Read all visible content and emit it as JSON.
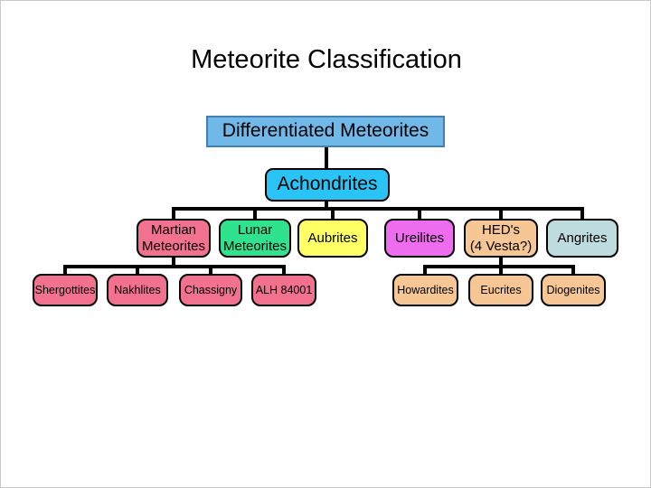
{
  "slide": {
    "title": "Meteorite Classification"
  },
  "palette": {
    "background": "#ffffff",
    "root_fill": "#6fb8e8",
    "root_border": "#4580b0",
    "achondrites_fill": "#29c4f5",
    "pink_fill": "#f2718f",
    "green_fill": "#2ee28e",
    "yellow_fill": "#ffff66",
    "magenta_fill": "#ee6cee",
    "tan_fill": "#f6c794",
    "bluegray_fill": "#bedbde",
    "connector_line": "#000000",
    "text": "#000000"
  },
  "nodes": {
    "root": {
      "label": "Differentiated Meteorites"
    },
    "achondrites": {
      "label": "Achondrites"
    },
    "martian": {
      "line1": "Martian",
      "line2": "Meteorites"
    },
    "lunar": {
      "line1": "Lunar",
      "line2": "Meteorites"
    },
    "aubrites": {
      "label": "Aubrites"
    },
    "ureilites": {
      "label": "Ureilites"
    },
    "hed": {
      "line1": "HED's",
      "line2": "(4 Vesta?)"
    },
    "angrites": {
      "label": "Angrites"
    },
    "shergottites": {
      "label": "Shergottites"
    },
    "nakhlites": {
      "label": "Nakhlites"
    },
    "chassigny": {
      "label": "Chassigny"
    },
    "alh84001": {
      "label": "ALH 84001"
    },
    "howardites": {
      "label": "Howardites"
    },
    "eucrites": {
      "label": "Eucrites"
    },
    "diogenites": {
      "label": "Diogenites"
    }
  },
  "hierarchy": {
    "root": "Differentiated Meteorites",
    "children": [
      {
        "label": "Achondrites",
        "children": [
          {
            "label": "Martian Meteorites",
            "children": [
              "Shergottites",
              "Nakhlites",
              "Chassigny",
              "ALH 84001"
            ]
          },
          {
            "label": "Lunar Meteorites",
            "children": []
          },
          {
            "label": "Aubrites",
            "children": []
          },
          {
            "label": "Ureilites",
            "children": []
          },
          {
            "label": "HED's (4 Vesta?)",
            "children": [
              "Howardites",
              "Eucrites",
              "Diogenites"
            ]
          },
          {
            "label": "Angrites",
            "children": []
          }
        ]
      }
    ]
  }
}
